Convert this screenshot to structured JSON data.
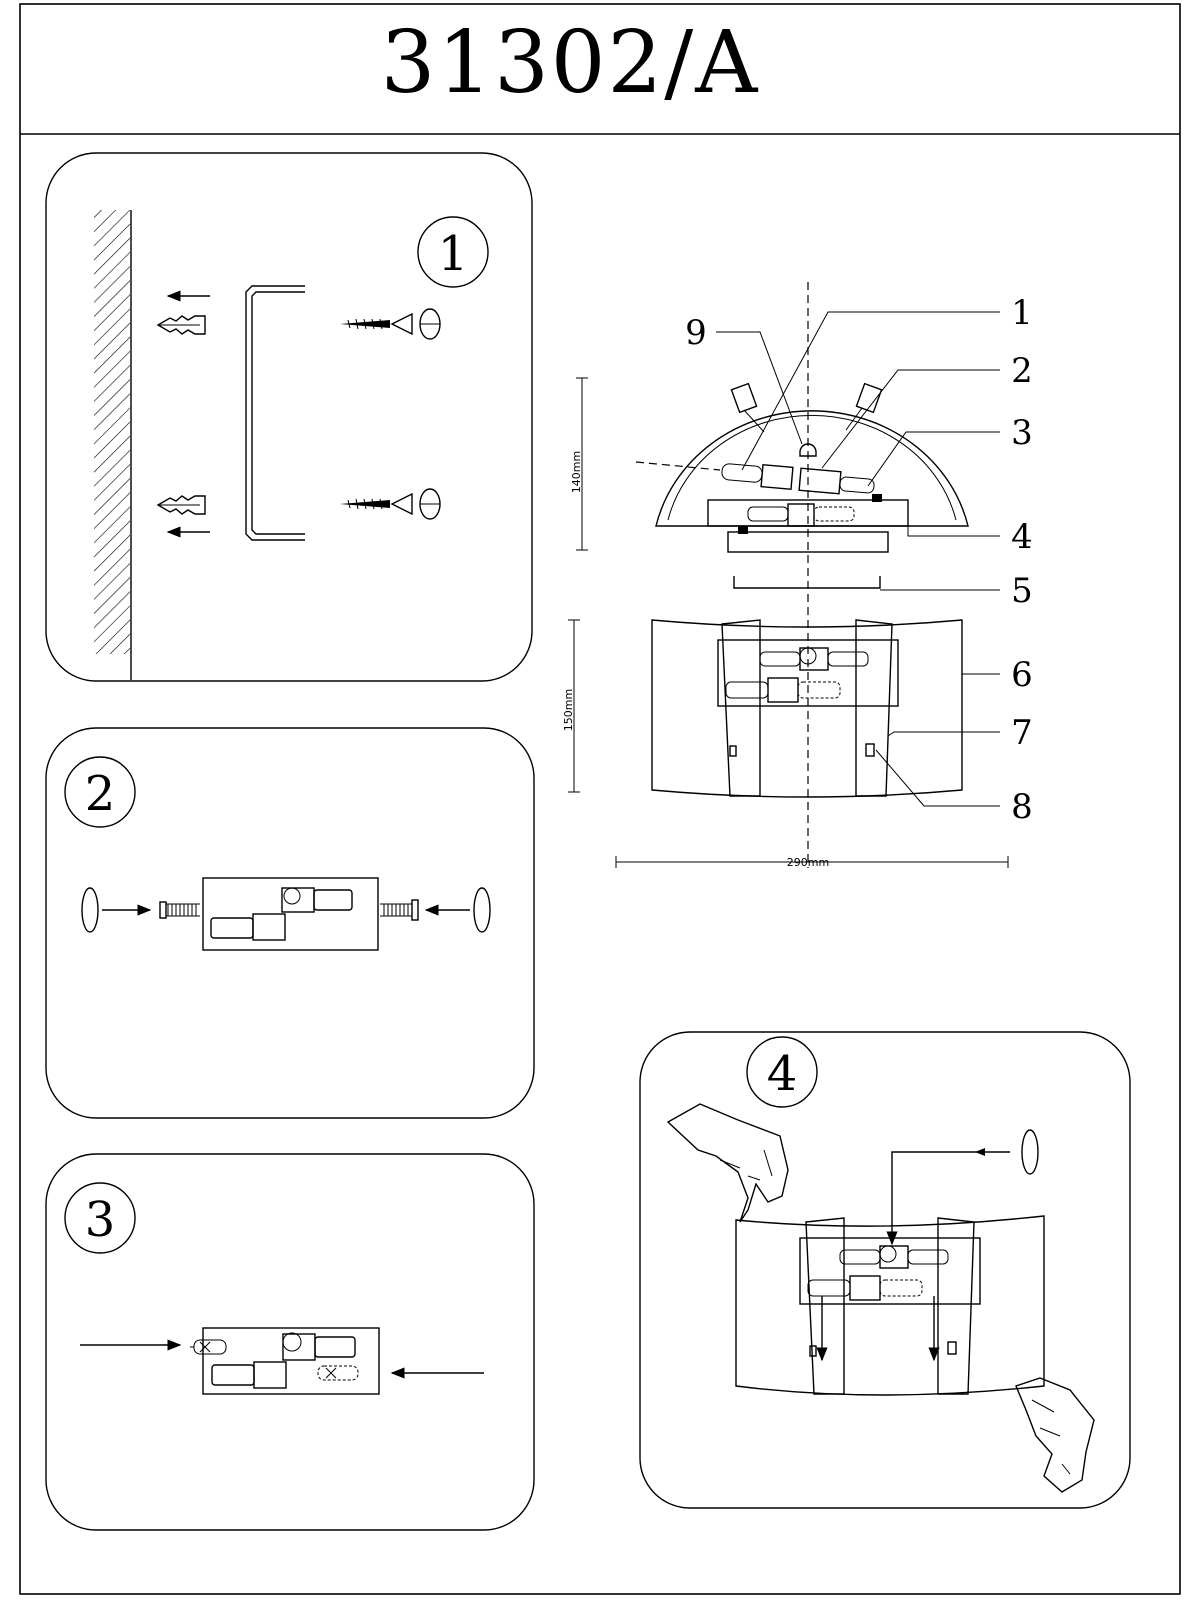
{
  "title": "31302/A",
  "steps": [
    {
      "number": "1"
    },
    {
      "number": "2"
    },
    {
      "number": "3"
    },
    {
      "number": "4"
    }
  ],
  "callouts": [
    "1",
    "2",
    "3",
    "4",
    "5",
    "6",
    "7",
    "8",
    "9"
  ],
  "dimensions": {
    "height_top": "140mm",
    "height_bottom": "150mm",
    "width": "290mm"
  }
}
